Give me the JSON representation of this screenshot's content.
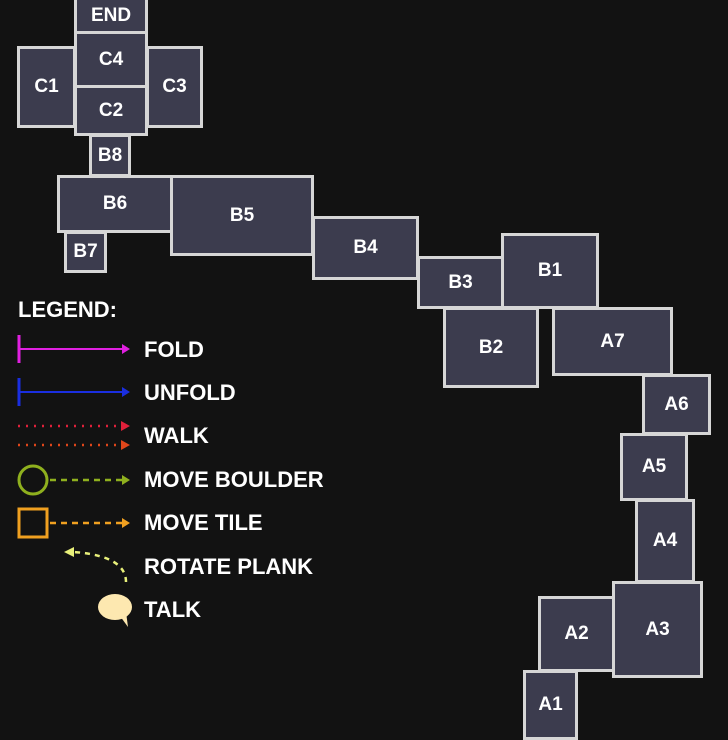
{
  "rooms": {
    "end": "END",
    "c4": "C4",
    "c2": "C2",
    "c1": "C1",
    "c3": "C3",
    "b8": "B8",
    "b6": "B6",
    "b5": "B5",
    "b7": "B7",
    "b4": "B4",
    "b3": "B3",
    "b1": "B1",
    "b2": "B2",
    "a7": "A7",
    "a6": "A6",
    "a5": "A5",
    "a4": "A4",
    "a3": "A3",
    "a2": "A2",
    "a1": "A1"
  },
  "legend": {
    "title": "LEGEND:",
    "fold": "FOLD",
    "unfold": "UNFOLD",
    "walk": "WALK",
    "move_boulder": "MOVE BOULDER",
    "move_tile": "MOVE TILE",
    "rotate_plank": "ROTATE PLANK",
    "talk": "TALK"
  },
  "colors": {
    "fold": "#e020e0",
    "unfold": "#1a2ee0",
    "walk1": "#e0203a",
    "walk2": "#e0461a",
    "boulder": "#8fb01e",
    "tile": "#f0a020",
    "plank": "#e8f07a",
    "talk": "#fde8b0"
  }
}
